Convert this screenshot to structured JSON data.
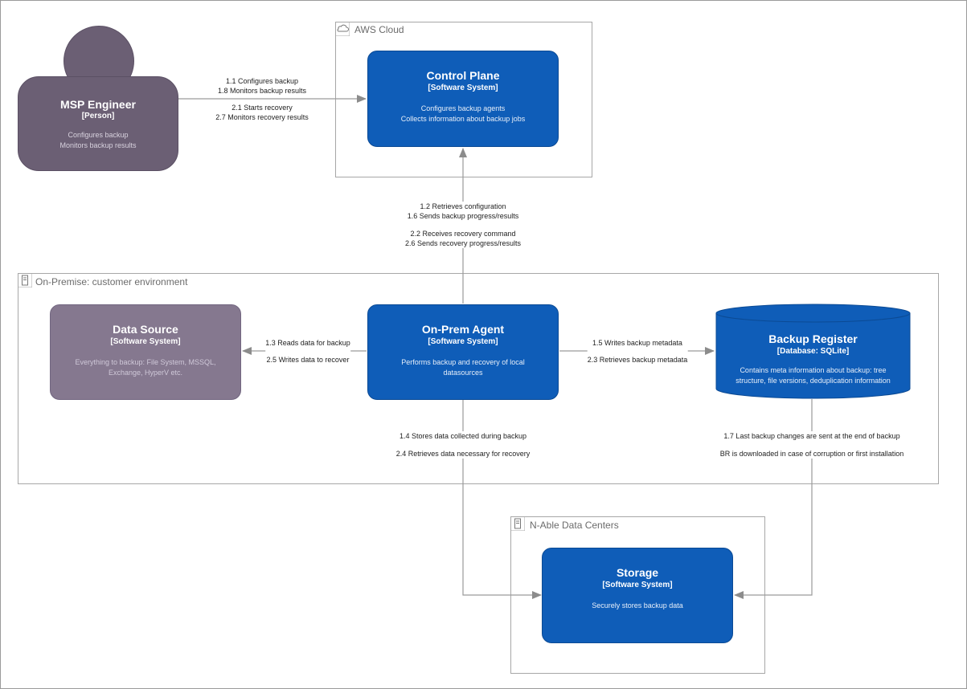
{
  "boundaries": {
    "aws": "AWS Cloud",
    "onprem": "On-Premise: customer environment",
    "nable": "N-Able Data Centers"
  },
  "person": {
    "name": "MSP Engineer",
    "type": "[Person]",
    "desc1": "Configures backup",
    "desc2": "Monitors backup results"
  },
  "systems": {
    "control_plane": {
      "name": "Control Plane",
      "type": "[Software System]",
      "desc1": "Configures backup agents",
      "desc2": "Collects information about backup jobs"
    },
    "data_source": {
      "name": "Data Source",
      "type": "[Software System]",
      "desc1": "Everything to backup: File System, MSSQL,",
      "desc2": "Exchange, HyperV etc."
    },
    "agent": {
      "name": "On-Prem Agent",
      "type": "[Software System]",
      "desc1": "Performs backup and recovery of local",
      "desc2": "datasources"
    },
    "register": {
      "name": "Backup Register",
      "type": "[Database: SQLite]",
      "desc1": "Contains meta information about backup: tree",
      "desc2": "structure, file versions, deduplication information"
    },
    "storage": {
      "name": "Storage",
      "type": "[Software System]",
      "desc1": "Securely stores backup data"
    }
  },
  "relations": {
    "engineer_control": [
      "1.1 Configures backup",
      "1.8 Monitors backup results",
      "2.1 Starts recovery",
      "2.7 Monitors recovery results"
    ],
    "agent_control": [
      "1.2 Retrieves configuration",
      "1.6 Sends backup progress/results",
      "2.2 Receives recovery command",
      "2.6 Sends recovery progress/results"
    ],
    "agent_source": [
      "1.3 Reads data for backup",
      "2.5 Writes data to recover"
    ],
    "agent_register": [
      "1.5 Writes backup metadata",
      "2.3 Retrieves backup metadata"
    ],
    "agent_storage": [
      "1.4 Stores data collected during backup",
      "2.4 Retrieves data necessary for recovery"
    ],
    "register_storage": [
      "1.7 Last backup changes are sent at the end of backup",
      "BR is downloaded in case of corruption or first installation"
    ]
  },
  "colors": {
    "system_blue": "#0f5db8",
    "person_purple": "#6b5f74",
    "external_gray": "#85788f",
    "boundary_line": "#a7a7a7",
    "arrow": "#8c8c8c"
  }
}
